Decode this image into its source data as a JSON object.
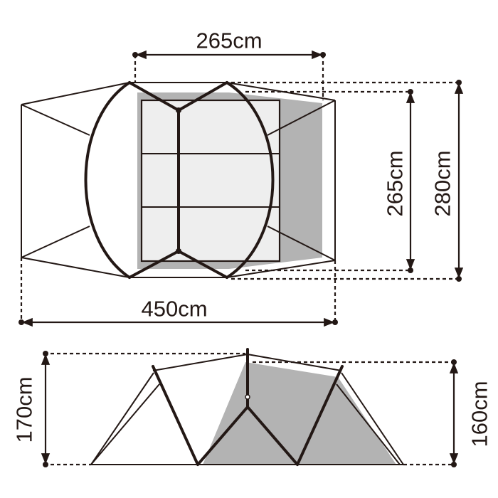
{
  "top_view": {
    "width_inner_label": "265cm",
    "depth_inner_label": "265cm",
    "depth_outer_label": "280cm",
    "length_label": "450cm"
  },
  "side_view": {
    "height_outer_label": "170cm",
    "height_inner_label": "160cm"
  },
  "colors": {
    "line": "#231815",
    "inner_tent": "#b3b3b3",
    "floor": "#eeeeee"
  }
}
